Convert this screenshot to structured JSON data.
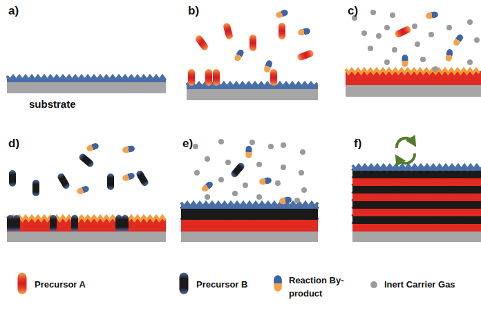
{
  "diagram": {
    "labels": [
      "a)",
      "b)",
      "c)",
      "d)",
      "e)",
      "f)",
      "substrate"
    ],
    "legend": [
      {
        "text": "Precursor A"
      },
      {
        "text": "Precursor B"
      },
      {
        "text": "Reaction By-product"
      },
      {
        "text": "Inert Carrier Gas"
      }
    ]
  }
}
